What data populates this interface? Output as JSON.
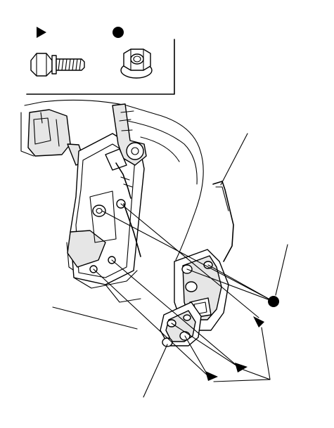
{
  "legend": {
    "fasteners": [
      {
        "marker": "triangle",
        "part": "flange-bolt"
      },
      {
        "marker": "circle",
        "part": "flange-nut"
      }
    ]
  },
  "callouts": {
    "triangle_callouts": 3,
    "circle_callouts": 1
  },
  "colors": {
    "ink": "#000000",
    "paper": "#ffffff",
    "shade": "#e6e6e6"
  }
}
